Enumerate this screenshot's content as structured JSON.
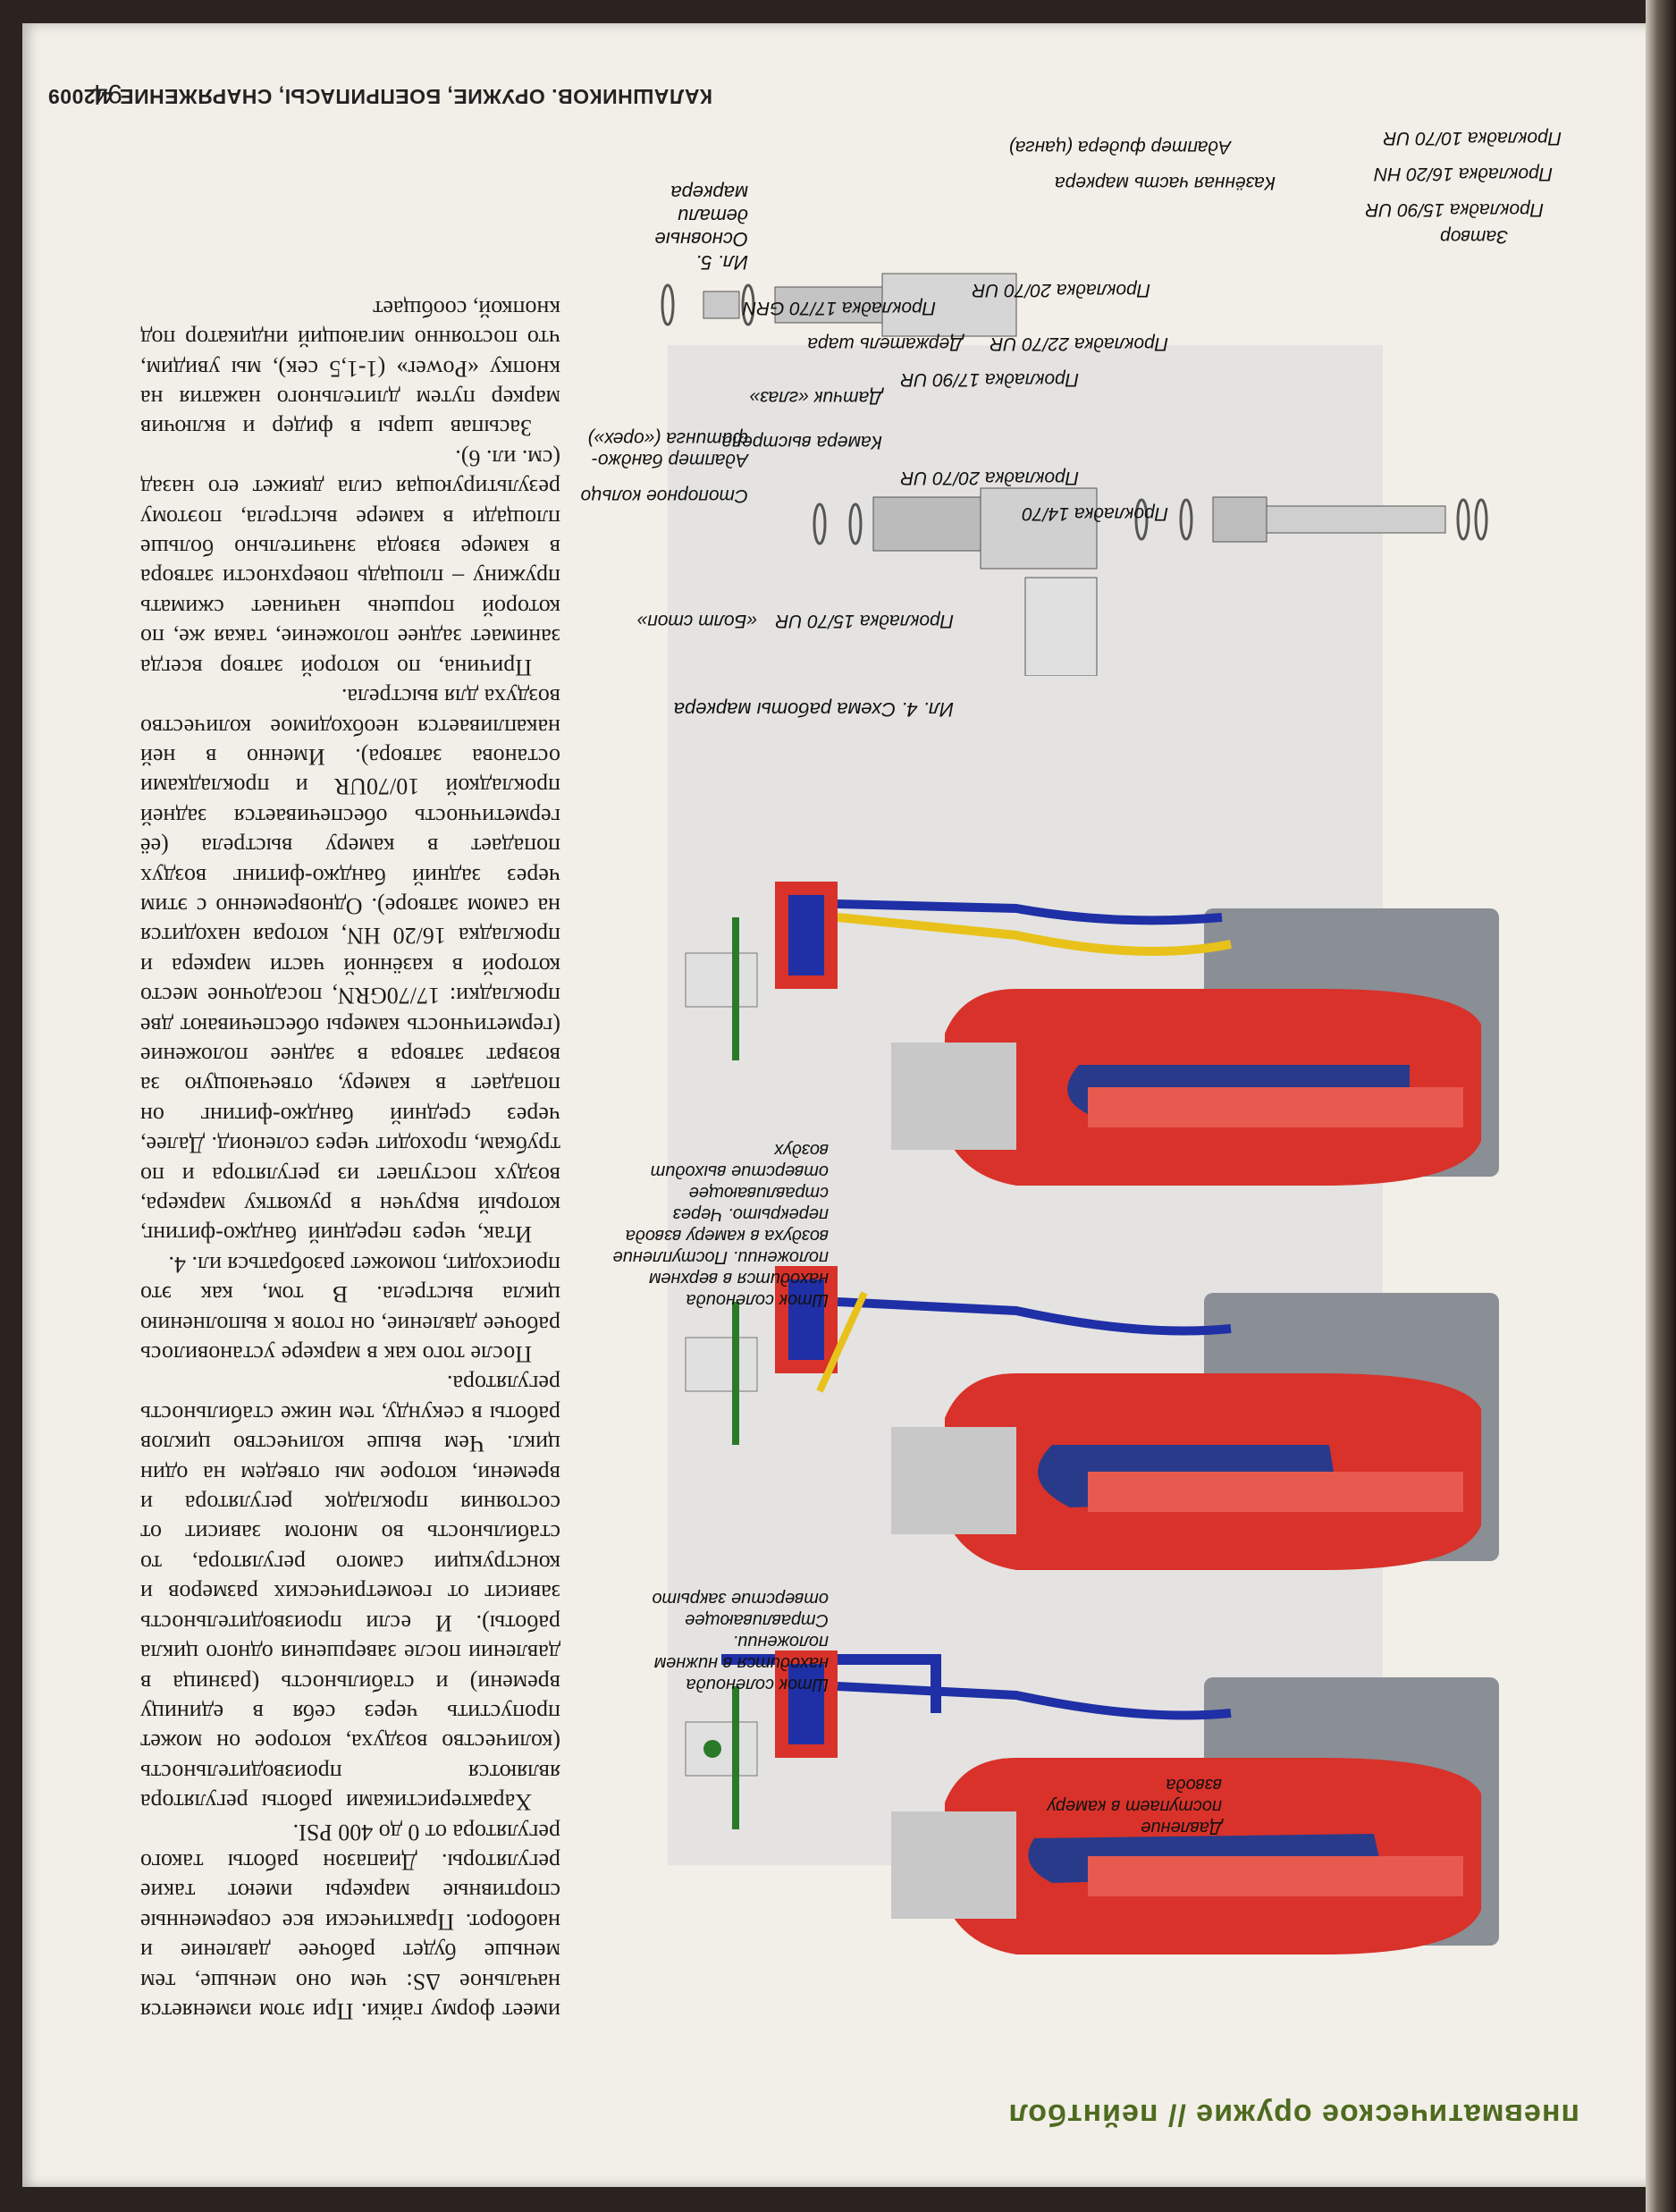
{
  "section_title": "пневматическое оружие // пейнтбол",
  "page_number": "94",
  "journal_footer": "КАЛАШНИКОВ. ОРУЖИЕ, БОЕПРИПАСЫ, СНАРЯЖЕНИЕ 4/2009",
  "article_text": [
    "имеет форму гайки. При этом изменяется начальное ΔS: чем оно меньше, тем меньше будет рабочее давление и наоборот. Практически все современные спортивные маркеры имеют такие регуляторы. Диапазон работы такого регулятора от 0 до 400 PSI.",
    "Характеристиками работы регулятора являются производительность (количество воздуха, которое он может пропустить через себя в единицу времени) и стабильность (разница в давлении после завершения одного цикла работы). И если производительность зависит от геометрических размеров и конструкции самого регулятора, то стабильность во многом зависит от состояния прокладок регулятора и времени, которое мы отведем на один цикл. Чем выше количество циклов работы в секунду, тем ниже стабильность регулятора.",
    "После того как в маркере установилось рабочее давление, он готов к выполнению цикла выстрела. В том, как это происходит, поможет разобраться ил. 4.",
    "Итак, через передний банджо-фитинг, который вкручен в рукоятку маркера, воздух поступает из регулятора и по трубкам, проходит через соленоид. Далее, через средний банджо-фитинг он попадает в камеру, отвечающую за возврат затвора в заднее положение (герметичность камеры обеспечивают две прокладки: 17/70GRN, посадочное место которой в казённой части маркера и прокладка 16/20 HN, которая находится на самом затворе). Одновременно с этим через задний банджо-фитинг воздух попадает в камеру выстрела (её герметичность обеспечивается задней прокладкой 10/70UR и прокладками останова затвора). Именно в ней накапливается необходимое количество воздуха для выстрела.",
    "Причина, по которой затвор всегда занимает заднее положение, такая же, по которой поршень начинает сжимать пружину – площадь поверхности затвора в камере взвода значительно больше площади в камере выстрела, поэтому результирующая сила движет его назад (см. ил. 6).",
    "Засыпав шары в фидер и включив маркер путем длительного нажатия на кнопку «Power» (1-1,5 сек), мы увидим, что постоянно мигающий индикатор под кнопкой, сообщает"
  ],
  "figure4": {
    "caption": "Ил. 4. Схема работы маркера",
    "state1_note": "Шток соленоида находится в нижнем положении. Стравливающее отверстие закрыто",
    "state1_pressure_note": "Давление поступает в камеру взвода",
    "state2_note": "Шток соленоида находится в верхнем положении. Поступление воздуха в камеру взвода перекрыто. Через стравливающее отверстие выходит воздух"
  },
  "figure5": {
    "caption": "Ил. 5. Основные детали маркера",
    "parts": [
      "Прокладка 15/70 UR",
      "«Болт стоп»",
      "Стопорное кольцо",
      "Адаптер банджо-фитинга («орех»)",
      "Камера выстрела",
      "Прокладка 14/70",
      "Прокладка 20/70 UR",
      "Датчик «глаз»",
      "Прокладка 17/90 UR",
      "Держатель шара",
      "Прокладка 17/70 GRN",
      "Прокладка 22/70 UR",
      "Прокладка 20/70 UR",
      "Затвор",
      "Прокладка 15/90 UR",
      "Казённая часть маркера",
      "Прокладка 16/20 HN",
      "Адаптер фидера (цанга)",
      "Прокладка 10/70 UR"
    ]
  },
  "colors": {
    "heading_green": "#4e6b1f",
    "body_red": "#d8322a",
    "channel_blue": "#1f2fa6",
    "tube_yellow": "#e8c21a",
    "paper": "#f2efe8"
  }
}
